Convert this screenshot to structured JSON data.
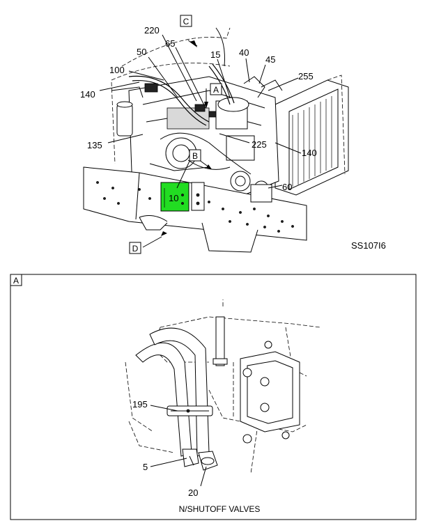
{
  "top_view": {
    "callouts": {
      "c220": "220",
      "c65": "65",
      "c15": "15",
      "c40": "40",
      "c45": "45",
      "c50": "50",
      "c100": "100",
      "c255": "255",
      "c140_left": "140",
      "c135": "135",
      "c225": "225",
      "c140_right": "140",
      "c60": "60",
      "c10": "10"
    },
    "view_refs": {
      "ref_a": "A",
      "ref_b": "B",
      "ref_c": "C",
      "ref_d": "D"
    },
    "drawing_id": "SS107I6",
    "highlight_color": "#22dd22"
  },
  "detail_a": {
    "frame_label": "A",
    "callouts": {
      "c195": "195",
      "c5": "5",
      "c20": "20"
    },
    "caption": "N/SHUTOFF VALVES"
  }
}
